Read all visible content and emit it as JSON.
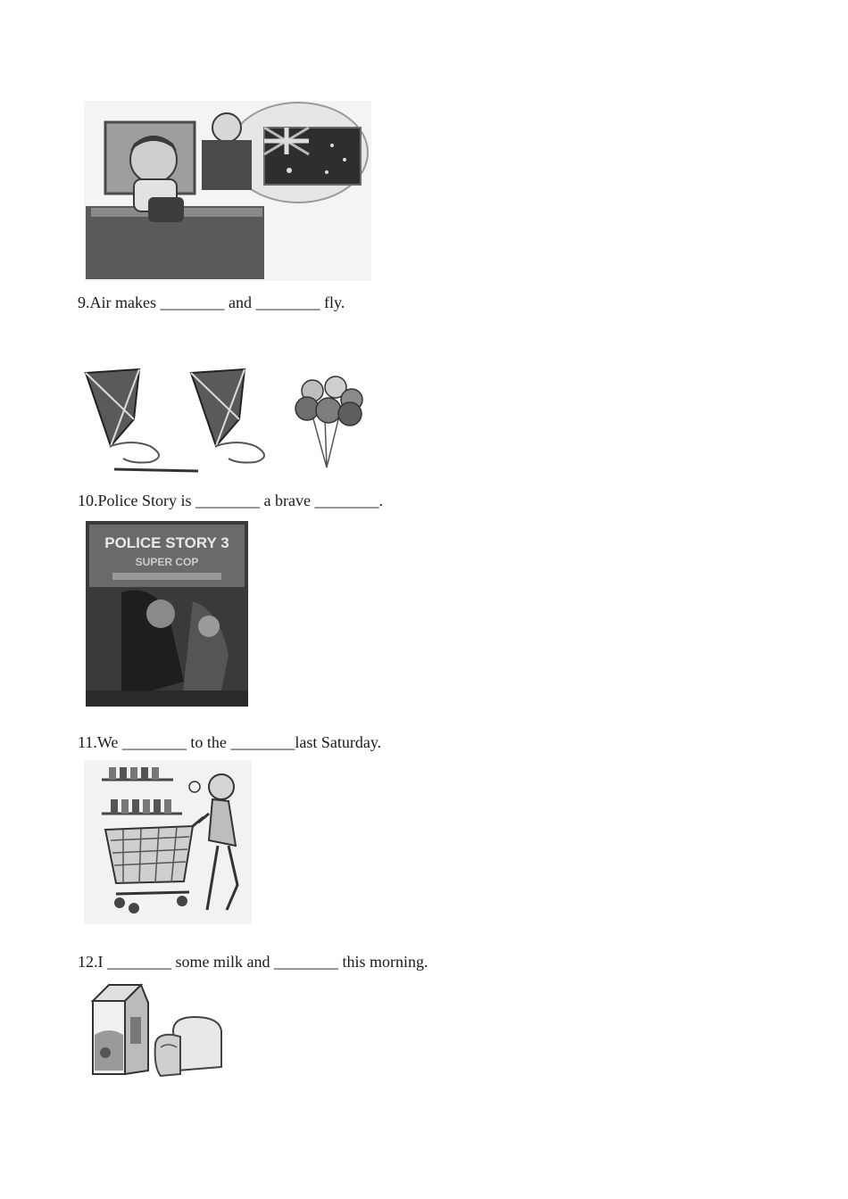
{
  "questions": [
    {
      "number": "9.",
      "text": "Air makes ________ and ________ fly."
    },
    {
      "number": "10.",
      "text": "Police Story is ________ a brave ________."
    },
    {
      "number": "11.",
      "text": "We ________ to the ________last Saturday."
    },
    {
      "number": "12.",
      "text": "I ________ some milk and ________ this morning."
    }
  ],
  "images": {
    "poster_title": "POLICE STORY 3",
    "poster_subtitle": "SUPER COP"
  }
}
